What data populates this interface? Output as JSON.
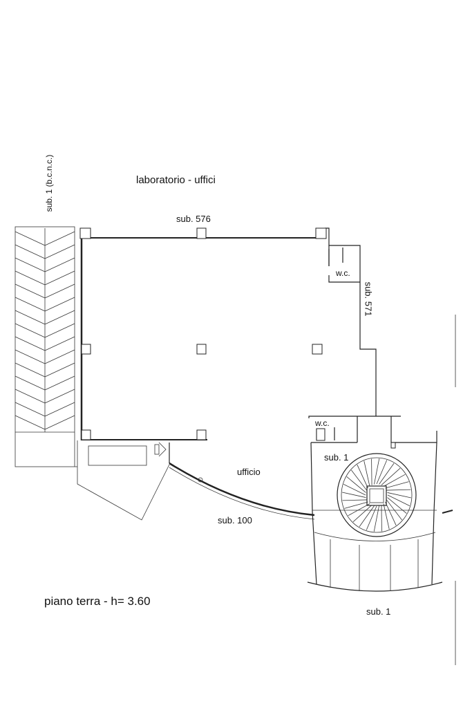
{
  "plan": {
    "title": "laboratorio - uffici",
    "floor_label": "piano terra - h= 3.60",
    "labels": {
      "sub_1_bcnc": "sub. 1 (b.c.n.c.)",
      "sub_576": "sub. 576",
      "sub_571": "sub. 571",
      "wc_top": "w.c.",
      "wc_bottom": "w.c.",
      "sub_1_stair": "sub. 1",
      "ufficio": "ufficio",
      "sub_100": "sub. 100",
      "sub_1_bottom": "sub. 1"
    }
  }
}
